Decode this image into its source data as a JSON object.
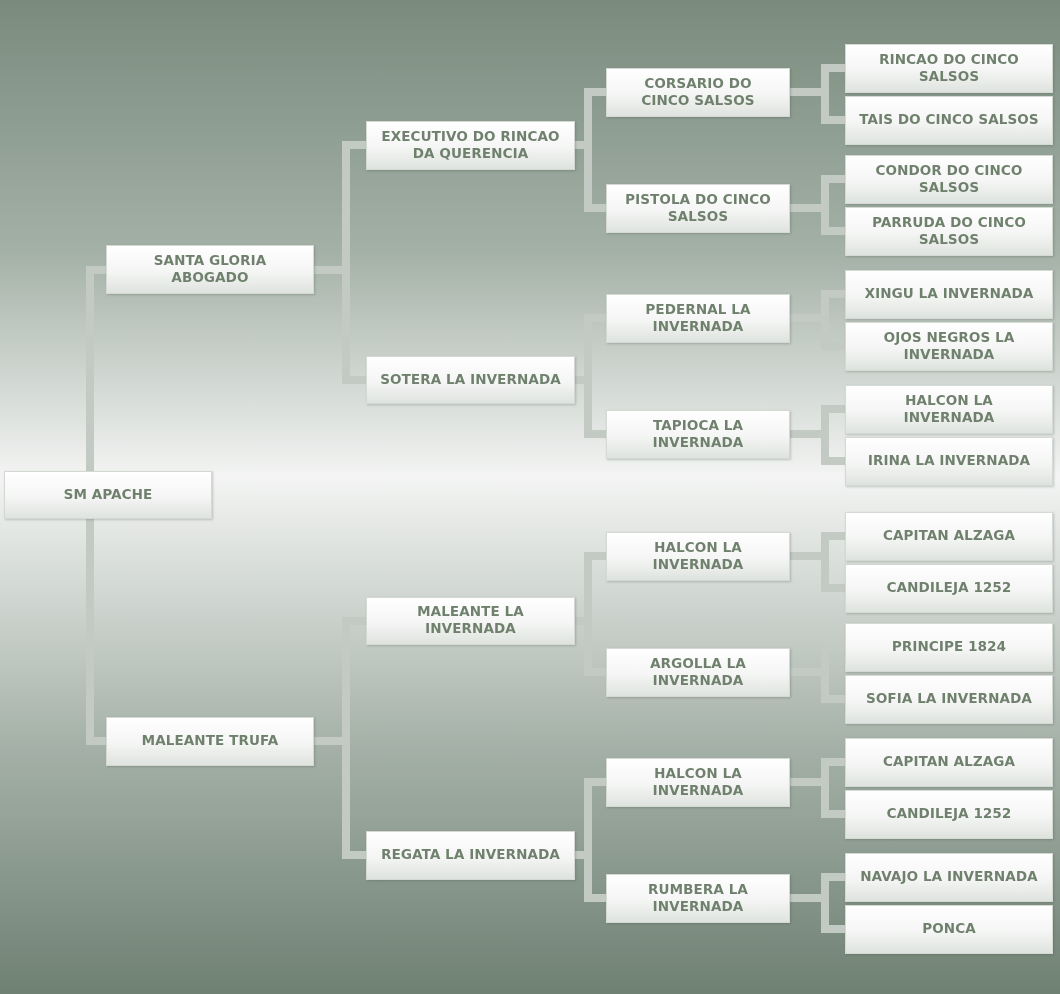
{
  "pedigree": {
    "subject": "SM APACHE",
    "sire": "SANTA GLORIA ABOGADO",
    "dam": "MALEANTE TRUFA",
    "sire_sire": "EXECUTIVO DO RINCAO DA QUERENCIA",
    "sire_dam": "SOTERA LA INVERNADA",
    "dam_sire": "MALEANTE LA INVERNADA",
    "dam_dam": "REGATA LA INVERNADA",
    "g3": [
      "CORSARIO DO CINCO SALSOS",
      "PISTOLA DO CINCO SALSOS",
      "PEDERNAL LA INVERNADA",
      "TAPIOCA LA INVERNADA",
      "HALCON LA INVERNADA",
      "ARGOLLA LA INVERNADA",
      "HALCON LA INVERNADA",
      "RUMBERA LA INVERNADA"
    ],
    "g4": [
      "RINCAO DO CINCO SALSOS",
      "TAIS DO CINCO SALSOS",
      "CONDOR DO CINCO SALSOS",
      "PARRUDA DO CINCO SALSOS",
      "XINGU LA INVERNADA",
      "OJOS NEGROS LA INVERNADA",
      "HALCON LA INVERNADA",
      "IRINA LA INVERNADA",
      "CAPITAN ALZAGA",
      "CANDILEJA 1252",
      "PRINCIPE 1824",
      "SOFIA LA INVERNADA",
      "CAPITAN ALZAGA",
      "CANDILEJA 1252",
      "NAVAJO LA INVERNADA",
      "PONCA"
    ]
  }
}
